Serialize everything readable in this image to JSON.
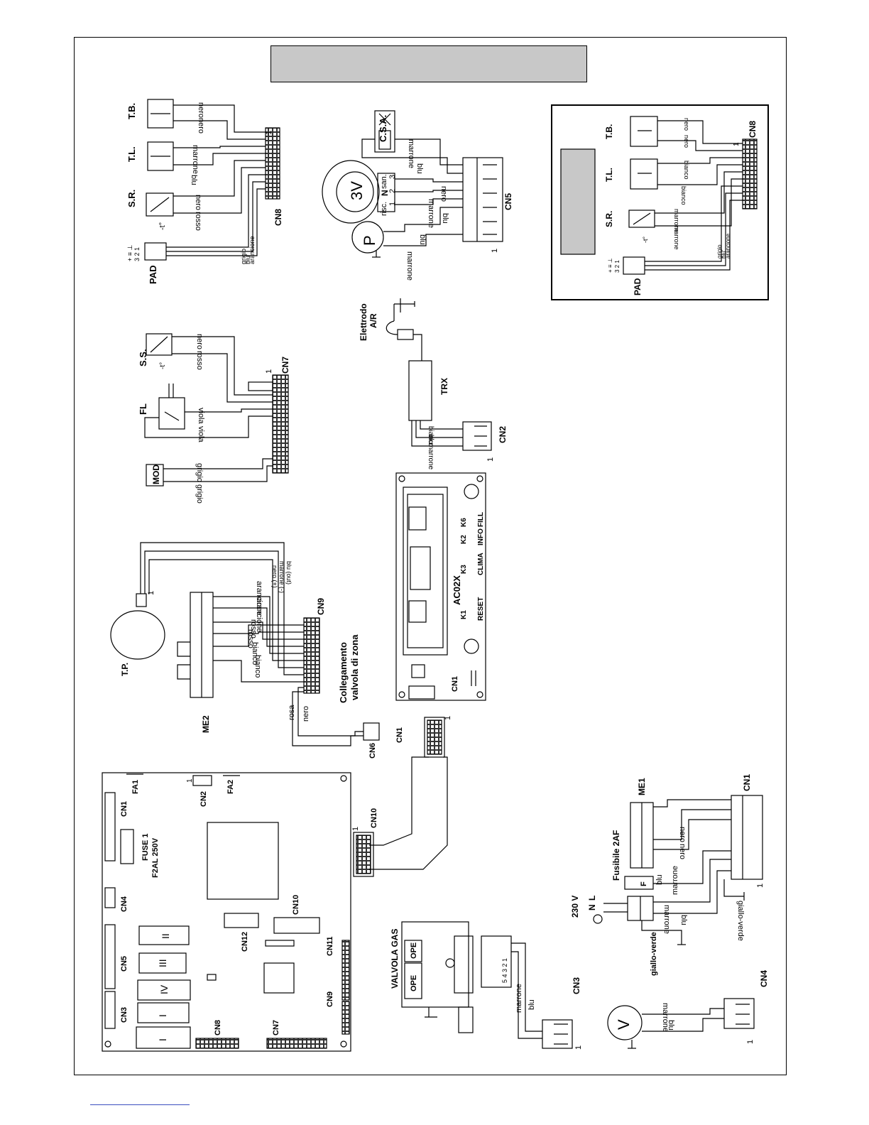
{
  "colors": {
    "line": "#000000",
    "title_fill": "#c8c8c8",
    "inset_fill": "#c8c8c8",
    "footer_link": "#3a4fbf"
  },
  "cn8": {
    "connector": "CN8",
    "pin1": "1",
    "tb": "T.B.",
    "tl": "T.L.",
    "sr": "S.R.",
    "pad": "PAD",
    "w_nero_a": "nero",
    "w_nero_b": "nero",
    "w_marrone": "marrone",
    "w_blu": "blu",
    "w_nero_c": "nero",
    "w_rosso": "rosso",
    "w_grigio": "grigio",
    "w_blu2": "blu",
    "w_arancione": "arancione",
    "pad_pins": "3 2 1",
    "pad_marks": "+ ≡ ⊥",
    "temp_symbol": "-t°"
  },
  "cn5": {
    "connector": "CN5",
    "pin1": "1",
    "csa": "C.S.A.",
    "three_v": "3V",
    "pump": "P",
    "san": "san.",
    "n": "N",
    "risc": "risc.",
    "t3": "3",
    "t2": "2",
    "t1": "1",
    "w_marrone": "marrone",
    "w_blu": "blu",
    "w_nero": "nero",
    "w_marrone2": "marrone",
    "w_blu2": "blu",
    "w_blu3": "blu",
    "w_marrone3": "marrone"
  },
  "inset": {
    "connector": "CN8",
    "pin1": "1",
    "tb": "T.B.",
    "tl": "T.L.",
    "sr": "S.R.",
    "pad": "PAD",
    "w_nero_a": "nero",
    "w_nero_b": "nero",
    "w_bianco_a": "bianco",
    "w_bianco_b": "bianco",
    "w_marrone_a": "marrone",
    "w_marrone_b": "marrone",
    "w_grigio": "grigio",
    "w_blu": "blu",
    "w_arancione": "arancione",
    "pad_pins": "3 2 1",
    "pad_marks": "+ ≡ ⊥",
    "temp_symbol": "-t°"
  },
  "cn7": {
    "connector": "CN7",
    "pin1": "1",
    "ss": "S.S.",
    "fl": "FL",
    "mod": "MOD",
    "temp_symbol": "-t°",
    "w_nero": "nero",
    "w_rosso": "rosso",
    "w_viola_a": "viola",
    "w_viola_b": "viola",
    "w_grigio_a": "grigio",
    "w_grigio_b": "grigio"
  },
  "ignition": {
    "electrode": "Elettrodo",
    "electrode2": "A/R",
    "trx": "TRX",
    "connector": "CN2",
    "pin1": "1",
    "w_bianco": "bianco",
    "w_blu": "blu",
    "w_marrone": "marrone"
  },
  "display": {
    "model": "AC02X",
    "cn1": "CN1",
    "k1": "K1",
    "reset": "RESET",
    "k3": "K3",
    "clima": "CLIMA",
    "k2": "K2",
    "info": "INFO",
    "k6": "K6",
    "fill": "FILL"
  },
  "cn9": {
    "connector": "CN9",
    "me2": "ME2",
    "tp": "T.P.",
    "pin1": "1",
    "w_nero_plus": "nero (+)",
    "w_marrone_minus": "marrone (-)",
    "w_blu_out": "blu (out)",
    "w_arancione_a": "arancione",
    "w_arancione_b": "arancione",
    "w_rosso_a": "rosso",
    "w_rosso_b": "rosso",
    "w_bianco_a": "bianco",
    "w_bianco_b": "bianco",
    "w_rosa": "rosa",
    "w_nero": "nero",
    "zone_valve_1": "Collegamento",
    "zone_valve_2": "valvola di zona",
    "cn6": "CN6"
  },
  "ribbon": {
    "cn1": "CN1",
    "cn10": "CN10",
    "pin1a": "1",
    "pin1b": "1"
  },
  "board": {
    "fa1": "FA1",
    "fa2": "FA2",
    "cn1": "CN1",
    "cn2": "CN2",
    "fuse1": "FUSE 1",
    "fuse_rating": "F2AL 250V",
    "cn4": "CN4",
    "cn5": "CN5",
    "cn3": "CN3",
    "cn12": "CN12",
    "cn10": "CN10",
    "cn11": "CN11",
    "cn9": "CN9",
    "cn8": "CN8",
    "cn7": "CN7",
    "relay_II": "II",
    "relay_III": "III",
    "relay_IV": "IV",
    "relay_I_a": "I",
    "relay_I_b": "I",
    "one": "1"
  },
  "gas_valve": {
    "title": "VALVOLA GAS",
    "ope_a": "OPE",
    "ope_b": "OPE",
    "connector": "CN3",
    "pin1": "1",
    "w_marrone": "marrone",
    "w_blu": "blu",
    "pins": "5 4 3 2 1"
  },
  "power": {
    "me1": "ME1",
    "connector": "CN1",
    "pin1": "1",
    "fuse": "Fusibile 2AF",
    "f": "F",
    "voltage": "230 V",
    "n": "N",
    "l": "L",
    "w_nero_a": "nero",
    "w_nero_b": "nero",
    "w_blu": "blu",
    "w_marrone": "marrone",
    "w_marrone2": "marrone",
    "w_blu2": "blu",
    "w_gv_a": "giallo-verde",
    "w_gv_b": "giallo-verde"
  },
  "fan": {
    "v": "V",
    "connector": "CN4",
    "pin1": "1",
    "w_marrone": "marrone",
    "w_blu": "blu"
  }
}
